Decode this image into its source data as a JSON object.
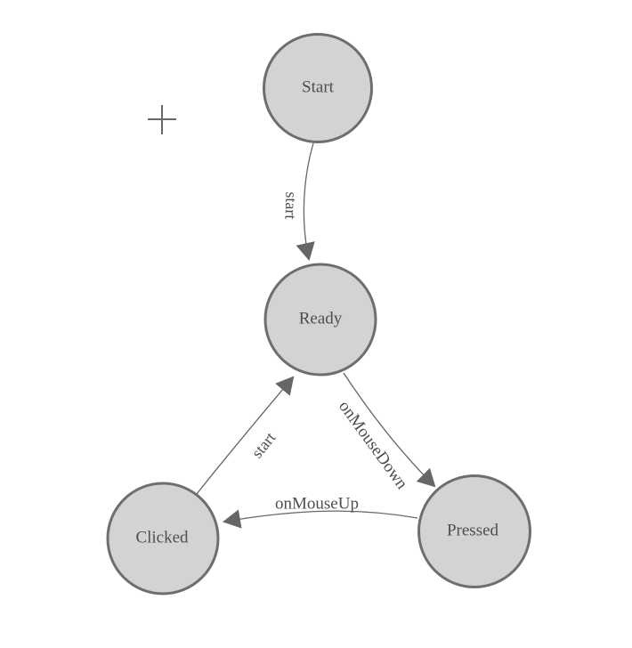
{
  "diagram": {
    "type": "state-machine",
    "colors": {
      "background": "#ffffff",
      "node_fill": "#d3d3d3",
      "node_stroke": "#6e6e6e",
      "edge_stroke": "#666666",
      "text": "#4e4e4e"
    },
    "cursor_icon": "crosshair-plus-icon",
    "nodes": [
      {
        "id": "start",
        "label": "Start"
      },
      {
        "id": "ready",
        "label": "Ready"
      },
      {
        "id": "clicked",
        "label": "Clicked"
      },
      {
        "id": "pressed",
        "label": "Pressed"
      }
    ],
    "edges": [
      {
        "from": "start",
        "to": "ready",
        "label": "start"
      },
      {
        "from": "ready",
        "to": "pressed",
        "label": "onMouseDown"
      },
      {
        "from": "pressed",
        "to": "clicked",
        "label": "onMouseUp"
      },
      {
        "from": "clicked",
        "to": "ready",
        "label": "start"
      }
    ]
  }
}
